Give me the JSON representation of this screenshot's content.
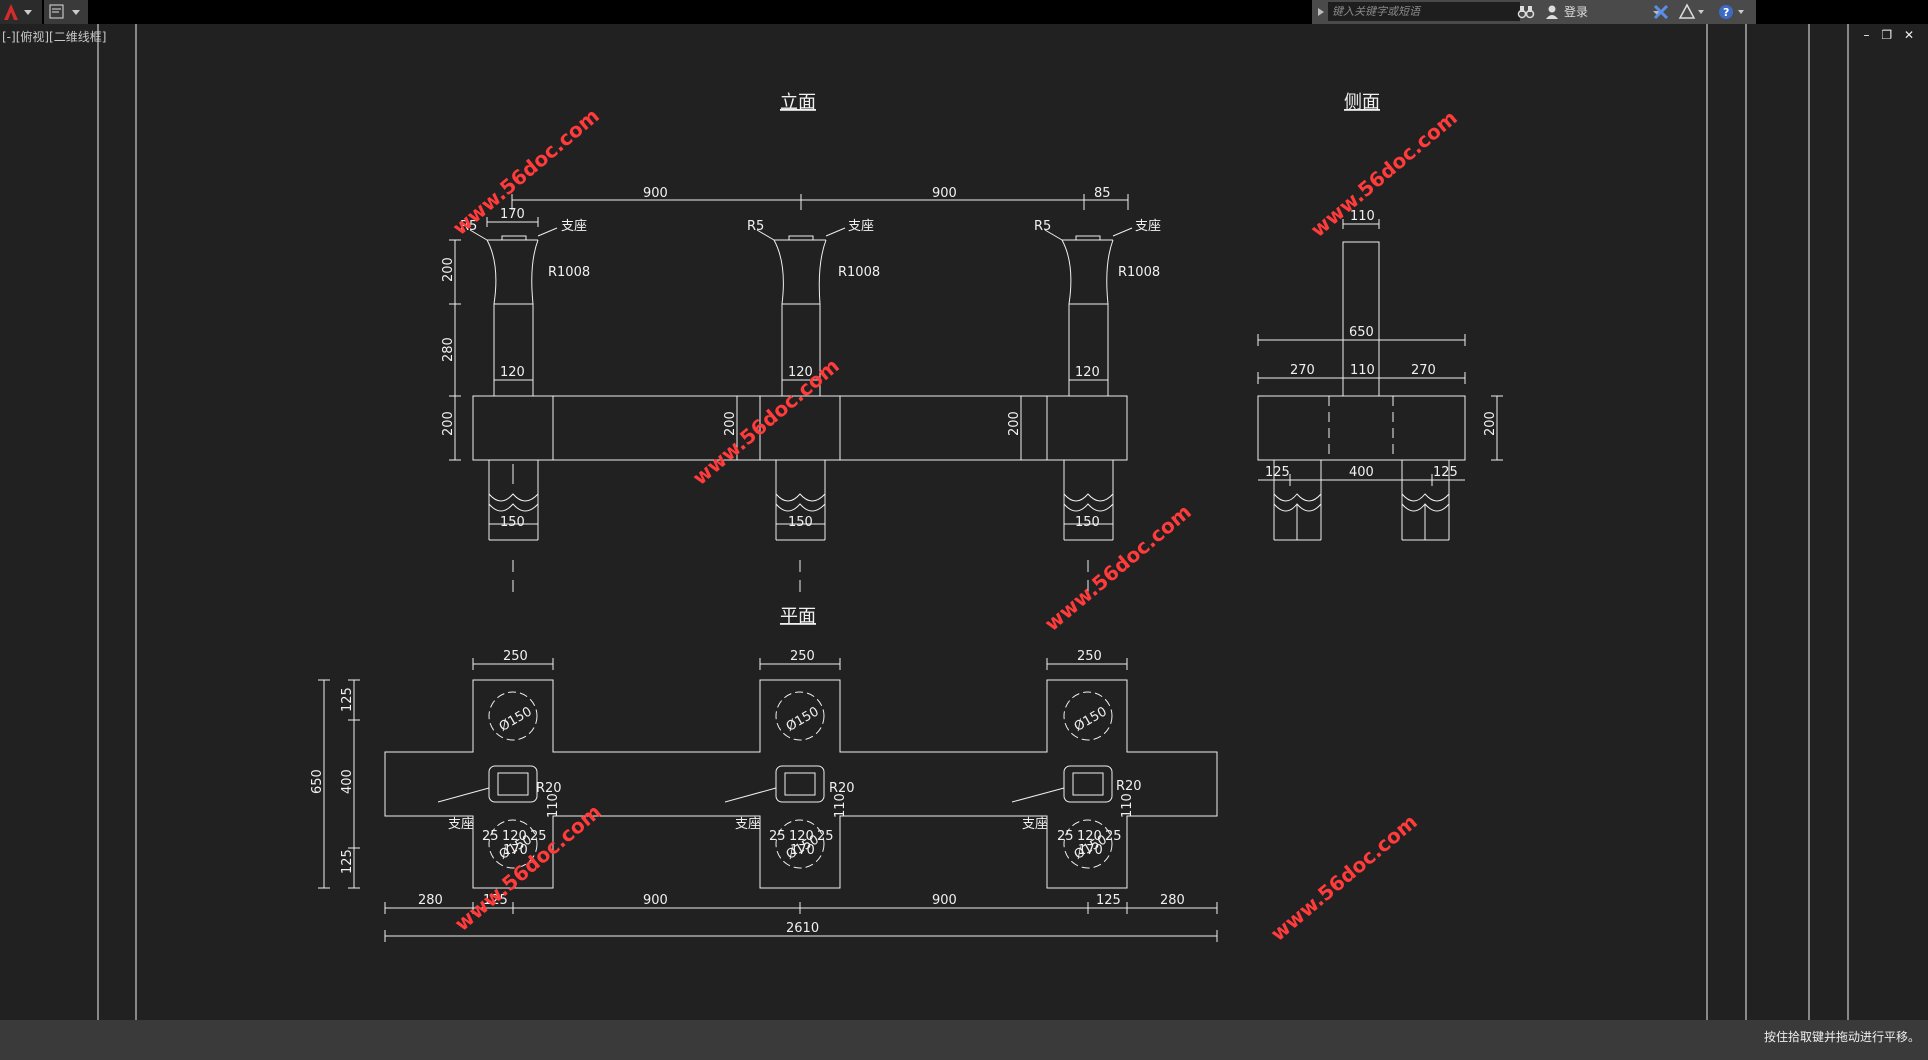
{
  "titlebar": {
    "search_placeholder": "键入关键字或短语",
    "login_label": "登录"
  },
  "viewport_label": "[-][俯视][二维线框]",
  "status_text": "按住拾取键并拖动进行平移。",
  "window_controls": {
    "minimize": "–",
    "restore": "❐",
    "close": "✕"
  },
  "drawing": {
    "titles": {
      "elevation": "立面",
      "side": "侧面",
      "plan": "平面"
    },
    "elevation_dims": {
      "span_left": "900",
      "span_right": "900",
      "right_edge": "85",
      "cap_top_width": "170",
      "col_width_left": "120",
      "col_width_mid": "120",
      "col_width_right": "120",
      "pile_left": "150",
      "pile_mid": "150",
      "pile_right": "150",
      "h_cap": "200",
      "h_col": "280",
      "h_beam": "200",
      "h_beam_mid": "200",
      "h_beam_right": "200",
      "radius_left": "R5",
      "radius_mid": "R5",
      "radius_right": "R5",
      "bearing_left": "支座",
      "bearing_mid": "支座",
      "bearing_right": "支座",
      "arc_left": "R1008",
      "arc_mid": "R1008",
      "arc_right": "R1008"
    },
    "side_dims": {
      "top_width": "110",
      "overall": "650",
      "left": "270",
      "mid": "110",
      "right": "270",
      "beam_h": "200",
      "pile_left": "125",
      "pile_gap": "400",
      "pile_right": "125"
    },
    "plan_dims": {
      "pier_w_left": "250",
      "pier_w_mid": "250",
      "pier_w_right": "250",
      "total_h": "650",
      "seg_top": "125",
      "seg_mid": "400",
      "seg_bot": "125",
      "circle_dia": "Ø150",
      "r_left": "R20",
      "r_mid": "R20",
      "r_right": "R20",
      "bearing": "支座",
      "pad_depth": "110",
      "sub_a": "25",
      "sub_b": "120",
      "sub_c": "25",
      "sub_total": "170",
      "bottom_left": "280",
      "bottom_span_l": "900",
      "bottom_span_r": "900",
      "bottom_125": "125",
      "bottom_right": "280",
      "bottom_mid_small": "125",
      "overall": "2610"
    },
    "watermark": "www.56doc.com"
  }
}
